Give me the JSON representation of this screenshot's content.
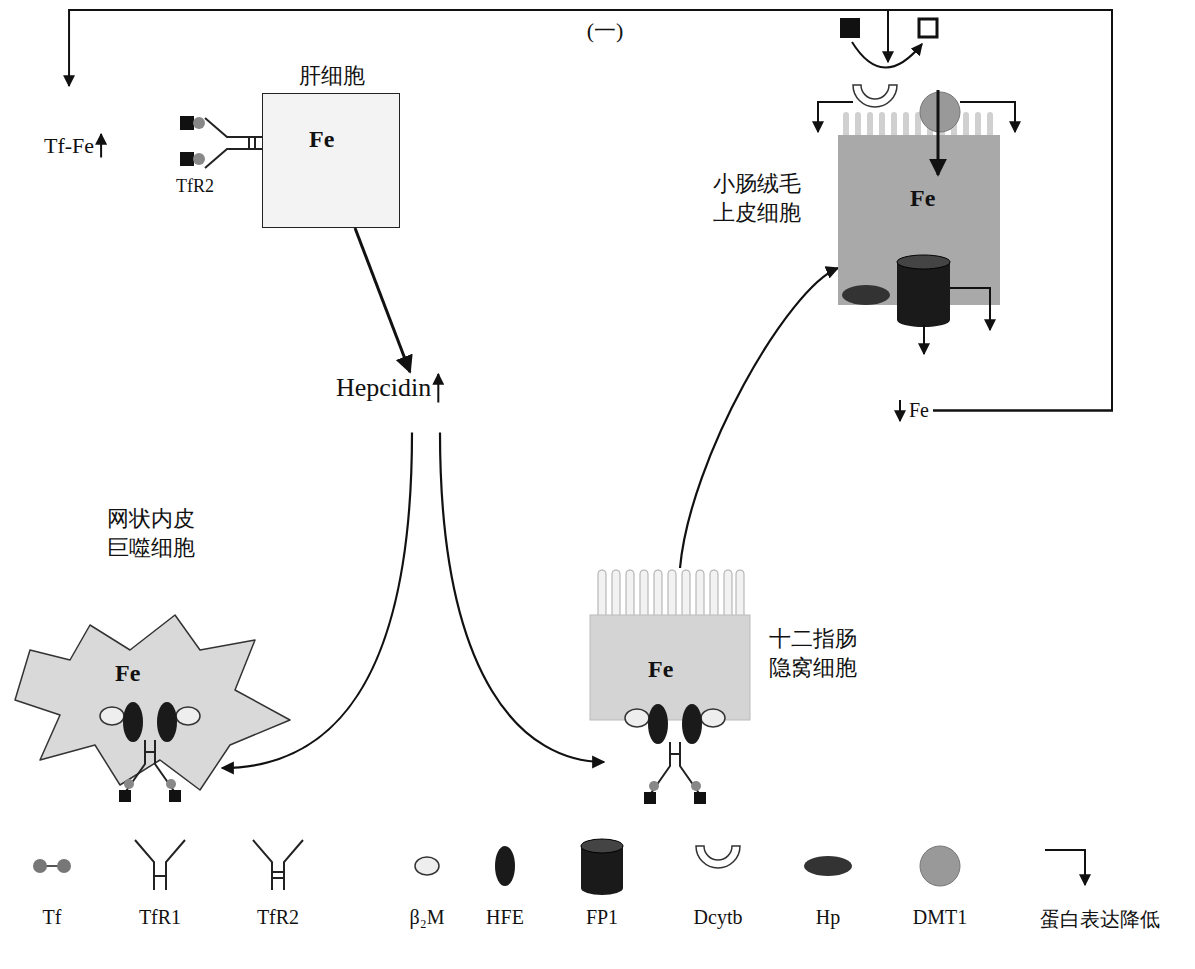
{
  "diagram": {
    "nodes": [
      {
        "text": [
          "肝细胞",
          "Fe"
        ]
      },
      {
        "text": [
          "Hepcidin"
        ]
      },
      {
        "text": [
          "网状内皮 巨噬细胞",
          "Fe"
        ]
      },
      {
        "text": [
          "十二指肠 隐窝细胞",
          "Fe"
        ]
      },
      {
        "text": [
          "小肠绒毛 上皮细胞",
          "Fe"
        ]
      },
      {
        "text": [
          "Tf-Fe"
        ]
      },
      {
        "text": [
          "Fe"
        ]
      }
    ],
    "edges": [
      {
        "from": 0,
        "to": 1,
        "arrow": "to"
      },
      {
        "from": 1,
        "to": 2,
        "arrow": "to"
      },
      {
        "from": 1,
        "to": 3,
        "arrow": "to"
      },
      {
        "from": 3,
        "to": 4,
        "arrow": "to"
      },
      {
        "from": 6,
        "to": 5,
        "arrow": "to",
        "label": "(一)"
      },
      {
        "from": 6,
        "to": 4,
        "arrow": "to"
      }
    ],
    "labels": [
      "TfR2"
    ],
    "legend": [
      {
        "text": "Tf"
      },
      {
        "text": "TfR1"
      },
      {
        "text": "TfR2"
      },
      {
        "text": "β₂M"
      },
      {
        "text": "HFE"
      },
      {
        "text": "FP1"
      },
      {
        "text": "Dcytb"
      },
      {
        "text": "Hp"
      },
      {
        "text": "DMT1"
      },
      {
        "text": "蛋白表达降低"
      }
    ]
  }
}
